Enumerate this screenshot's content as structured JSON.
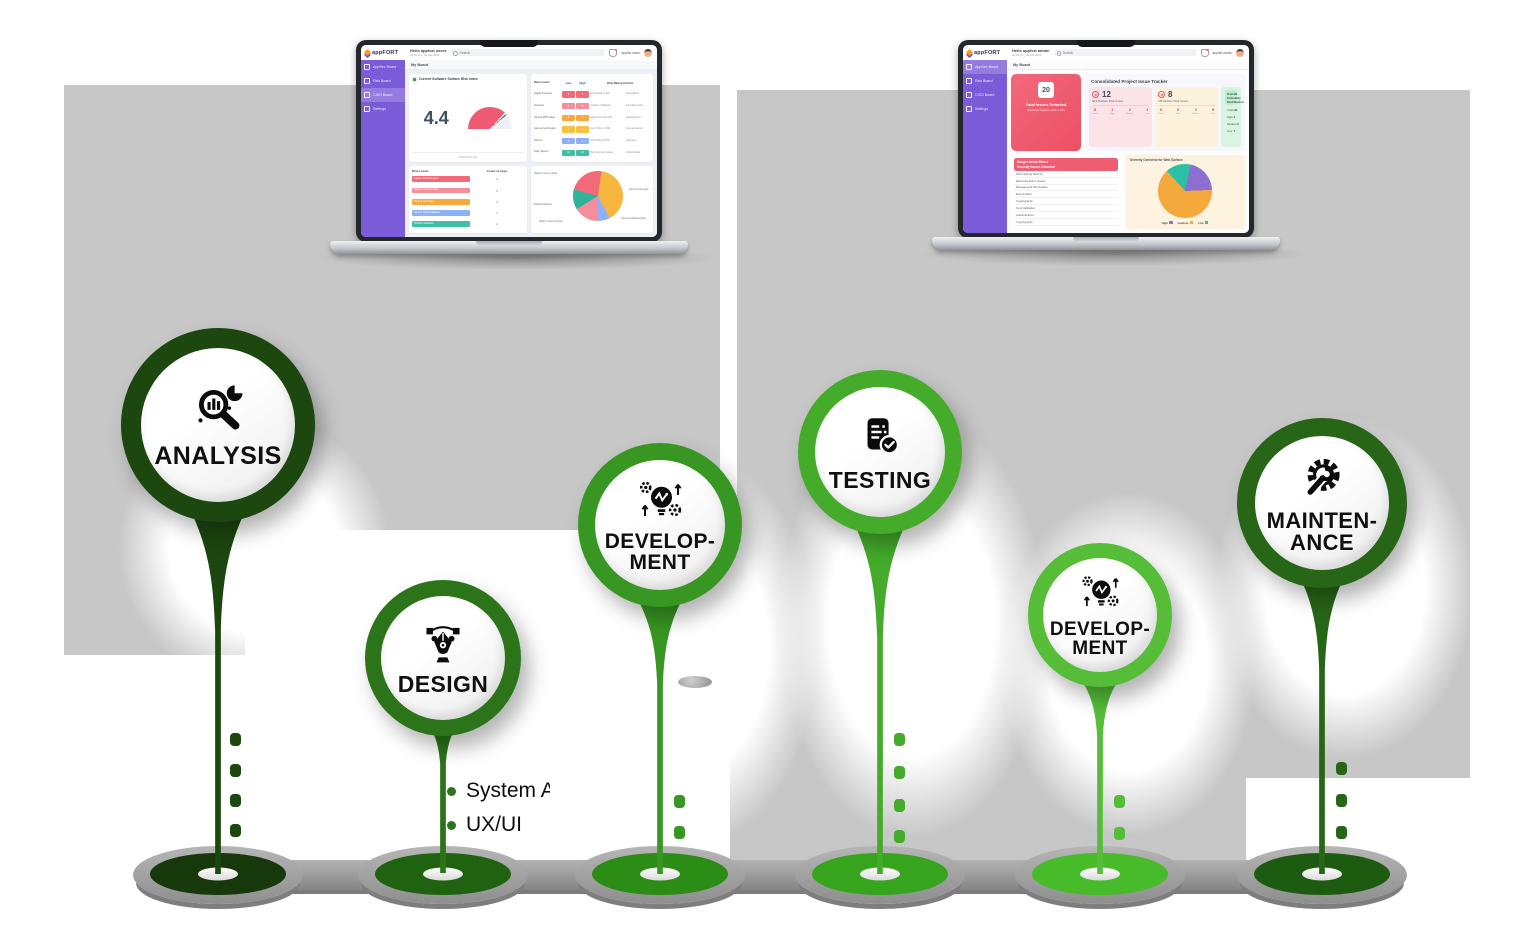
{
  "stages": [
    {
      "name": "analysis",
      "label": "ANALYSIS",
      "icon": "magnifier-analytics-icon",
      "color": "#1c470e",
      "pad_color": "#16380a"
    },
    {
      "name": "design",
      "label": "DESIGN",
      "icon": "pen-tool-icon",
      "color": "#2c741a",
      "pad_color": "#1f6310"
    },
    {
      "name": "development",
      "label": "DEVELOP-\nMENT",
      "icon": "bulb-gears-icon",
      "color": "#389723",
      "pad_color": "#2b8c16"
    },
    {
      "name": "testing",
      "label": "TESTING",
      "icon": "checklist-document-icon",
      "color": "#44ac2a",
      "pad_color": "#36a51d"
    },
    {
      "name": "development-2",
      "label": "DEVELOP-\nMENT",
      "icon": "bulb-gears-icon",
      "color": "#55bd38",
      "pad_color": "#47bb2a"
    },
    {
      "name": "maintenance",
      "label": "MAINTEN-\nANCE",
      "icon": "wrench-gear-icon",
      "color": "#276517",
      "pad_color": "#1d5c10"
    }
  ],
  "design_bullets": [
    "System A",
    "UX/UI"
  ],
  "laptop_left": {
    "brand": "appFORT",
    "greeting": "Hello appfort users",
    "datetime": "04:45 pm | 05 Jan 2023",
    "search": "Search",
    "user": "appfort users",
    "breadcrumb": "My Board",
    "menu": [
      {
        "label": "AppSec Board"
      },
      {
        "label": "Risk Board"
      },
      {
        "label": "CISO Board"
      },
      {
        "label": "Settings"
      }
    ],
    "risk_card": {
      "title": "Current Software Surface Risk Index",
      "value": "4.4",
      "footer": "High Since last"
    },
    "risk_table": {
      "h1": "Risk Levels",
      "h2": "Low",
      "h3": "High",
      "h4": "Risk Rating Criteria",
      "rows": [
        {
          "level": "Highly Insecure",
          "low": "1",
          "high": "2",
          "crit1": "Accessibility of End",
          "crit2": "Remediation",
          "color": "#f2697a"
        },
        {
          "level": "Insecure",
          "low": "4",
          "high": "5",
          "crit1": "Location of Software",
          "crit2": "Internal/external",
          "color": "#f58d9b"
        },
        {
          "level": "Secure 25hr Gaps",
          "low": "8",
          "high": "7",
          "crit1": "Usage Technical CPE",
          "crit2": "Applications/ hr",
          "color": "#f7a93f"
        },
        {
          "level": "Secure Audit Gaps",
          "low": "7",
          "high": "6",
          "crit1": "User Profile of CPE",
          "crit2": "Internal/external",
          "color": "#f8c143"
        },
        {
          "level": "Secure",
          "low": "5",
          "high": "4",
          "crit1": "Tech Model of CPE",
          "crit2": "Appstores",
          "color": "#8fb0f5"
        },
        {
          "level": "Fully Secure",
          "low": "10",
          "high": "12",
          "crit1": "Web Sub/User Requst",
          "crit2": "Utilize/Credits",
          "color": "#3fbfa4"
        }
      ]
    },
    "count_table": {
      "h1": "Risk Levels",
      "h2": "Count of Apps",
      "rows": [
        {
          "level": "Highly Insecure Apps",
          "count": "4",
          "color": "#f2697a"
        },
        {
          "level": "Highly Insecure Apps",
          "count": "3",
          "color": "#f58d9b"
        },
        {
          "level": "Secure and Gaps",
          "count": "4",
          "color": "#f7a93f"
        },
        {
          "level": "Secure Software/Apps",
          "count": "1",
          "color": "#8fb0f5"
        },
        {
          "level": "Verified Software",
          "count": "2",
          "color": "#3fbfa4"
        }
      ]
    },
    "pie_labels": [
      "Highly Insecure Apps",
      "Secure And Gaps",
      "Verified Software",
      "Highly Insecure Apps",
      "Secure Software/Apps"
    ],
    "pie_slices": [
      {
        "name": "Secure And Gaps",
        "pct": 40,
        "color": "#f8b63e"
      },
      {
        "name": "Secure Software/Apps",
        "pct": 8,
        "color": "#8fb0f5"
      },
      {
        "name": "Highly Insecure Apps",
        "pct": 16,
        "color": "#f58d9b"
      },
      {
        "name": "Verified Software",
        "pct": 13,
        "color": "#30b39a"
      },
      {
        "name": "Highly Insecure Apps",
        "pct": 23,
        "color": "#f2697a"
      }
    ]
  },
  "laptop_right": {
    "brand": "appFORT",
    "greeting": "Hello appfort admin",
    "datetime": "04:45 pm | 05 Jan 2023",
    "search": "Search",
    "user": "appfort admin",
    "breadcrumb": "My Board",
    "menu": [
      {
        "label": "AppSec Board"
      },
      {
        "label": "Risk Board"
      },
      {
        "label": "CISO Board"
      },
      {
        "label": "Settings"
      }
    ],
    "total_card": {
      "value": "20",
      "label": "Total Issues Detected",
      "sub": "Combined Together (Web + API)"
    },
    "tracker_title": "Consolidated Project Issue Tracker",
    "web_stat": {
      "value": "12",
      "label": "Web Surface Total Issues",
      "breakdown": [
        {
          "v": "8",
          "k": "Critical"
        },
        {
          "v": "1",
          "k": "High"
        },
        {
          "v": "2",
          "k": "Medium"
        },
        {
          "v": "1",
          "k": "Low"
        }
      ]
    },
    "api_stat": {
      "value": "8",
      "label": "API Surface Total Issues",
      "breakdown": [
        {
          "v": "0",
          "k": "Critical"
        },
        {
          "v": "0",
          "k": "High"
        },
        {
          "v": "2",
          "k": "Medium"
        },
        {
          "v": "6",
          "k": "Low"
        }
      ]
    },
    "criticality_card": {
      "title": "Overall Criticality Distribution",
      "rows": [
        {
          "k": "Critical",
          "v": "8"
        },
        {
          "k": "High",
          "v": "1"
        },
        {
          "k": "Medium",
          "v": "4"
        },
        {
          "k": "Low",
          "v": "7"
        }
      ]
    },
    "danger_card": {
      "title1": "Danger Areas Where",
      "title2": "Security Issues Detected",
      "items": [
        "Web Hosting Security",
        "Misconfiguration Issues",
        "Management File System",
        "Enumeration",
        "Cryptography",
        "Input Validation",
        "Authentication",
        "Cryptography"
      ]
    },
    "severity_card": {
      "title": "Severity Overview for Web Surface",
      "legend": [
        {
          "label": "High",
          "color": "#8d6fd1"
        },
        {
          "label": "medium",
          "color": "#f5a93c"
        },
        {
          "label": "Low",
          "color": "#2bbfa4"
        }
      ],
      "slices": [
        {
          "name": "Low",
          "pct": 15,
          "color": "#2bbfa4"
        },
        {
          "name": "High",
          "pct": 21,
          "color": "#8d6fd1"
        },
        {
          "name": "medium",
          "pct": 64,
          "color": "#f5a93c"
        }
      ]
    }
  }
}
